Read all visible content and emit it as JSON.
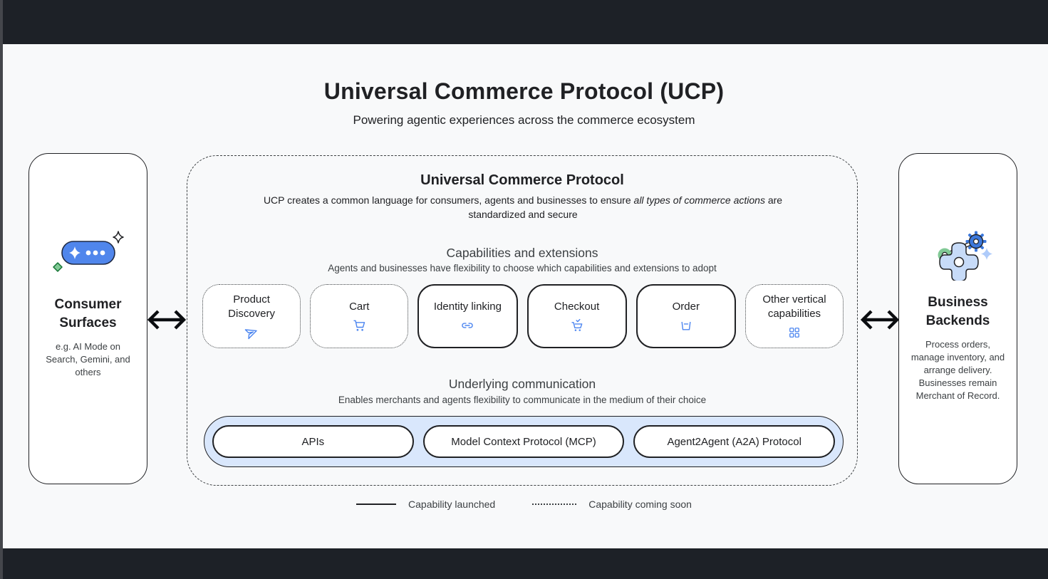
{
  "page": {
    "title": "Universal Commerce Protocol (UCP)",
    "subtitle": "Powering agentic experiences across the commerce ecosystem"
  },
  "consumer_surfaces": {
    "title": "Consumer Surfaces",
    "description": "e.g. AI Mode on Search, Gemini, and others",
    "icon": "ai-chat-pill-sparkle-icon"
  },
  "business_backends": {
    "title": "Business Backends",
    "description": "Process orders, manage inventory, and arrange delivery. Businesses remain Merchant of Record.",
    "icon": "gears-sparkle-icon"
  },
  "ucp": {
    "title": "Universal Commerce Protocol",
    "description_before": "UCP creates a common language for consumers, agents and businesses to ensure ",
    "description_italic": "all types of commerce actions",
    "description_after": " are standardized and secure",
    "capabilities_section": {
      "title": "Capabilities and extensions",
      "subtitle": "Agents and businesses have flexibility to choose which capabilities and extensions to adopt",
      "items": [
        {
          "label": "Product Discovery",
          "icon": "send-icon",
          "status": "coming-soon"
        },
        {
          "label": "Cart",
          "icon": "shopping-cart-icon",
          "status": "coming-soon"
        },
        {
          "label": "Identity linking",
          "icon": "link-icon",
          "status": "launched"
        },
        {
          "label": "Checkout",
          "icon": "cart-checkout-icon",
          "status": "launched"
        },
        {
          "label": "Order",
          "icon": "order-box-icon",
          "status": "launched"
        },
        {
          "label": "Other vertical capabilities",
          "icon": "grid-icon",
          "status": "coming-soon"
        }
      ]
    },
    "communication_section": {
      "title": "Underlying communication",
      "subtitle": "Enables merchants and agents flexibility to communicate in the medium of their choice",
      "protocols": [
        "APIs",
        "Model Context Protocol (MCP)",
        "Agent2Agent (A2A) Protocol"
      ]
    }
  },
  "legend": {
    "launched": "Capability launched",
    "coming_soon": "Capability coming soon"
  },
  "colors": {
    "accent_blue": "#4d86f0",
    "pill_blue": "#5086ec",
    "light_blue_bg": "#d9e7fc",
    "light_blue_diamond": "#aecbfa",
    "green": "#81c995",
    "dark_bar": "#1d2127",
    "content_bg": "#f8f9fa",
    "text_primary": "#202124",
    "text_secondary": "#3c4043"
  }
}
